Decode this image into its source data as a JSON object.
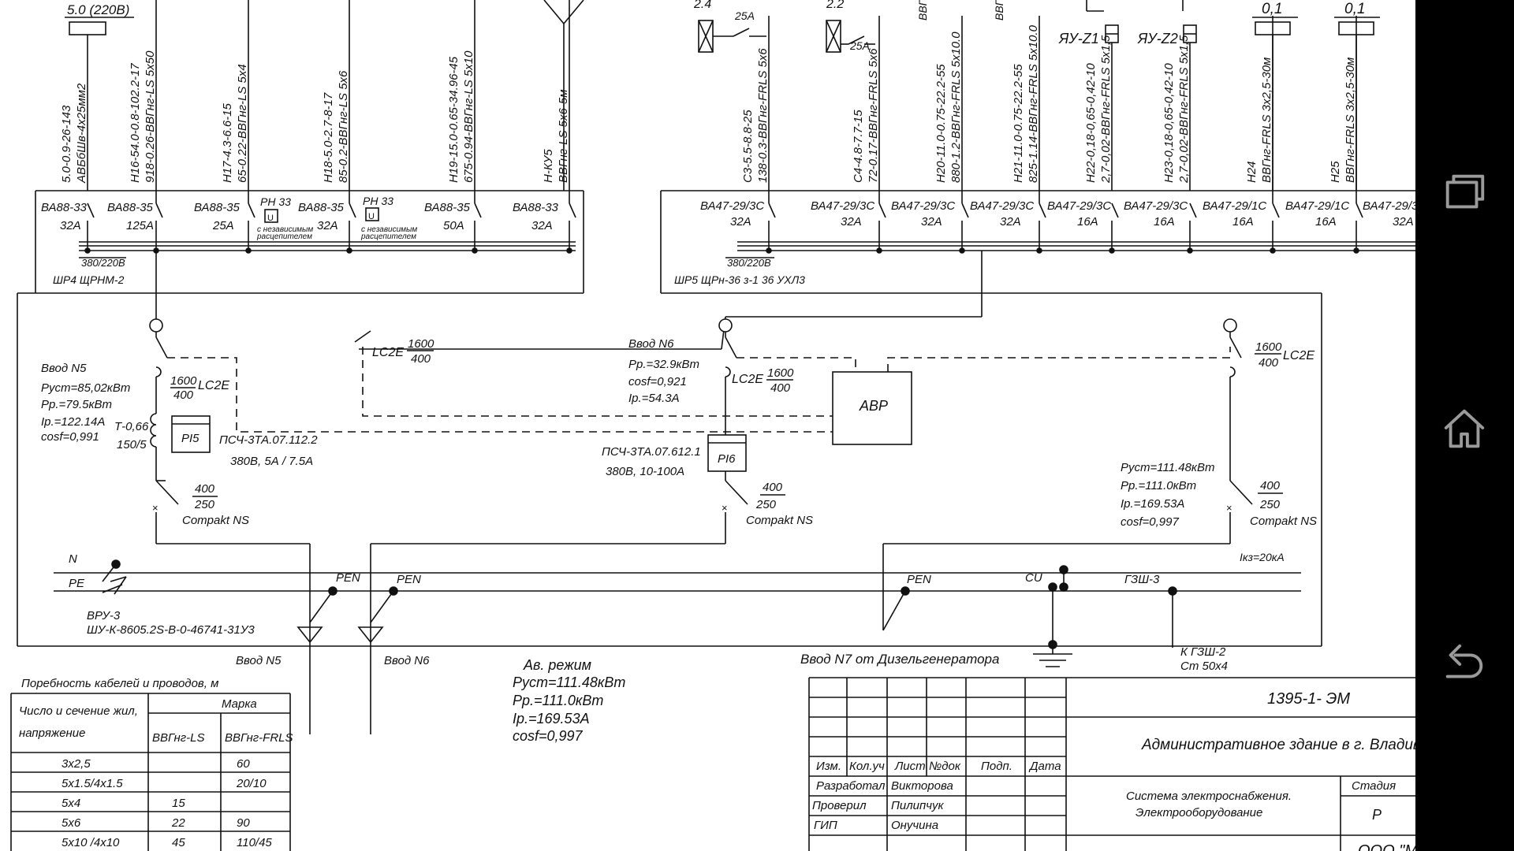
{
  "sheet": {
    "top": {
      "sh4_cap": "5.0 (220В)",
      "sh5_val1": "2.4",
      "sh5_val2": "2.2",
      "sh5_a1": "25А",
      "sh5_a2": "25А",
      "sh5_frag1": "ВВГ",
      "sh5_frag2": "ВВГ",
      "yaz1": "ЯУ-Z1",
      "yaz2": "ЯУ-Z2",
      "v01a": "0,1",
      "v01b": "0,1"
    },
    "sh4": {
      "cables": [
        [
          "5.0-0.9-26-143",
          "АВБбШв-4х25мм2"
        ],
        [
          "Н16-54.0-0.8-102.2-17",
          "918-0.26-ВВГнг-LS 5х50"
        ],
        [
          "Н17-4.3-6.6-15",
          "65-0.22-ВВГнг-LS 5х4"
        ],
        [
          "Н18-5.0-2.7-8-17",
          "85-0.2-ВВГнг-LS 5х6"
        ],
        [
          "Н19-15.0-0.65-34.96-45",
          "675-0.94-ВВГнг-LS 5х10"
        ],
        [
          "Н-КУ5",
          "ВВГнг-LS 5х6-5м"
        ]
      ],
      "breakers": [
        [
          "ВА88-33",
          "32А"
        ],
        [
          "ВА88-35",
          "125А"
        ],
        [
          "ВА88-35",
          "25А"
        ],
        [
          "ВА88-35",
          "32А"
        ],
        [
          "ВА88-35",
          "50А"
        ],
        [
          "ВА88-33",
          "32А"
        ]
      ],
      "rh1": "РН 33",
      "rh2": "РН 33",
      "ind_a": "с независимым",
      "ind_b": "расцепителем",
      "ind_c": "с независимым",
      "ind_d": "расцепителем",
      "voltage": "380/220В",
      "name": "ШР4  ЩРНМ-2"
    },
    "sh5": {
      "cables": [
        [
          "С3-5.5-8.8-25",
          "138-0.3-ВВГнг-FRLS 5х6"
        ],
        [
          "С4-4.8-7.7-15",
          "72-0.17-ВВГнг-FRLS 5х6"
        ],
        [
          "Н20-11.0-0.75-22.2-55",
          "880-1.2-ВВГнг-FRLS 5х10.0"
        ],
        [
          "Н21-11.0-0.75-22.2-55",
          "825-1.14-ВВГнг-FRLS 5х10.0"
        ],
        [
          "Н22-0,18-0,65-0,42-10",
          "2,7-0,02-ВВГнг-FRLS 5х1,5"
        ],
        [
          "Н23-0,18-0,65-0,42-10",
          "2,7-0,02-ВВГнг-FRLS 5х1,5"
        ],
        [
          "Н24",
          "ВВГнг-FRLS 3х2,5-30м"
        ],
        [
          "Н25",
          "ВВГнг-FRLS 3х2,5-30м"
        ]
      ],
      "breakers": [
        [
          "ВА47-29/3С",
          "32А"
        ],
        [
          "ВА47-29/3С",
          "32А"
        ],
        [
          "ВА47-29/3С",
          "32А"
        ],
        [
          "ВА47-29/3С",
          "32А"
        ],
        [
          "ВА47-29/3С",
          "16А"
        ],
        [
          "ВА47-29/3С",
          "16А"
        ],
        [
          "ВА47-29/1С",
          "16А"
        ],
        [
          "ВА47-29/1С",
          "16А"
        ],
        [
          "ВА47-29/3",
          "32А"
        ]
      ],
      "voltage": "380/220В",
      "name": "ШР5  ЩРн-36 з-1 36 УХЛ3"
    },
    "vru": {
      "lc1_num": "1600",
      "lc1_den": "400",
      "lc1_name": "LC2E",
      "lc2_num": "1600",
      "lc2_den": "400",
      "lc2_name": "LC2E",
      "lc3_num": "1600",
      "lc3_den": "400",
      "lc3_name": "LC2E",
      "lc4_num": "1600",
      "lc4_den": "400",
      "lc4_name": "LC2E",
      "in5_title": "Ввод N5",
      "in5_pust": "Руст=85,02кВт",
      "in5_pp": "Рр.=79.5кВт",
      "in5_ip": "Iр.=122.14А",
      "in5_cos": "cosf=0,991",
      "ct_ratio": "Т-0,66",
      "ct_ratio2": "150/5",
      "pi5": "PI5",
      "meter1_type": "ПСЧ-3ТА.07.112.2",
      "meter1_spec": "380В, 5А / 7.5А",
      "in6_title": "Ввод N6",
      "in6_pp": "Рр.=32.9кВт",
      "in6_cos": "cosf=0,921",
      "in6_ip": "Iр.=54.3А",
      "pi6": "PI6",
      "meter2_type": "ПСЧ-3ТА.07.612.1",
      "meter2_spec": "380В, 10-100А",
      "avr": "АВР",
      "in7_pust": "Руст=111.48кВт",
      "in7_pp": "Рр.=111.0кВт",
      "in7_ip": "Iр.=169.53А",
      "in7_cos": "cosf=0,997",
      "cb1_num": "400",
      "cb1_den": "250",
      "cb1_name": "Compakt NS",
      "cb2_num": "400",
      "cb2_den": "250",
      "cb2_name": "Compakt NS",
      "cb3_num": "400",
      "cb3_den": "250",
      "cb3_name": "Compakt NS",
      "n_label": "N",
      "pe_label": "PE",
      "pen1": "PEN",
      "pen2": "PEN",
      "pen3": "PEN",
      "cu": "CU",
      "gzsh3": "ГЗШ-3",
      "ikz": "Iкз=20кА",
      "vru_name": "ВРУ-3",
      "vru_type": "ШУ-К-8605.2S-В-0-46741-31У3",
      "in5_feed": "Ввод N5",
      "in6_feed": "Ввод N6",
      "in7_feed": "Ввод N7 от Дизельгенератора",
      "gzsh2": "К ГЗШ-2",
      "gzsh2_cable": "Ст  50х4"
    },
    "mode": {
      "title": "Ав. режим",
      "pust": "Руст=111.48кВт",
      "pp": "Рр.=111.0кВт",
      "ip": "Iр.=169.53А",
      "cos": "cosf=0,997"
    },
    "cable_table": {
      "title": "Поребность кабелей и проводов, м",
      "h_count": "Число и сечение жил,",
      "h_voltage": "напряжение",
      "h_brand": "Марка",
      "h_col1": "ВВГнг-LS",
      "h_col2": "ВВГнг-FRLS",
      "rows": [
        [
          "3х2,5",
          "",
          "60"
        ],
        [
          "5х1.5/4х1.5",
          "",
          "20/10"
        ],
        [
          "5х4",
          "15",
          ""
        ],
        [
          "5х6",
          "22",
          "90"
        ],
        [
          "5х10 /4х10",
          "45",
          "110/45"
        ]
      ]
    },
    "title_block": {
      "code": "1395-1- ЭМ",
      "object": "Административное здание в г. Владиво",
      "h_izm": "Изм.",
      "h_kol": "Кол.уч",
      "h_list": "Лист",
      "h_ndok": "№док",
      "h_podp": "Подп.",
      "h_data": "Дата",
      "r1_role": "Разработал",
      "r1_name": "Викторова",
      "r2_role": "Проверил",
      "r2_name": "Пилипчук",
      "r3_role": "ГИП",
      "r3_name": "Онучина",
      "system1": "Система электроснабжения.",
      "system2": "Электрооборудование",
      "stage_h": "Стадия",
      "stage": "Р",
      "org": "ООО \"М"
    }
  },
  "nav": {
    "recents_icon": "recent-apps-icon",
    "home_icon": "home-icon",
    "back_icon": "back-icon"
  }
}
